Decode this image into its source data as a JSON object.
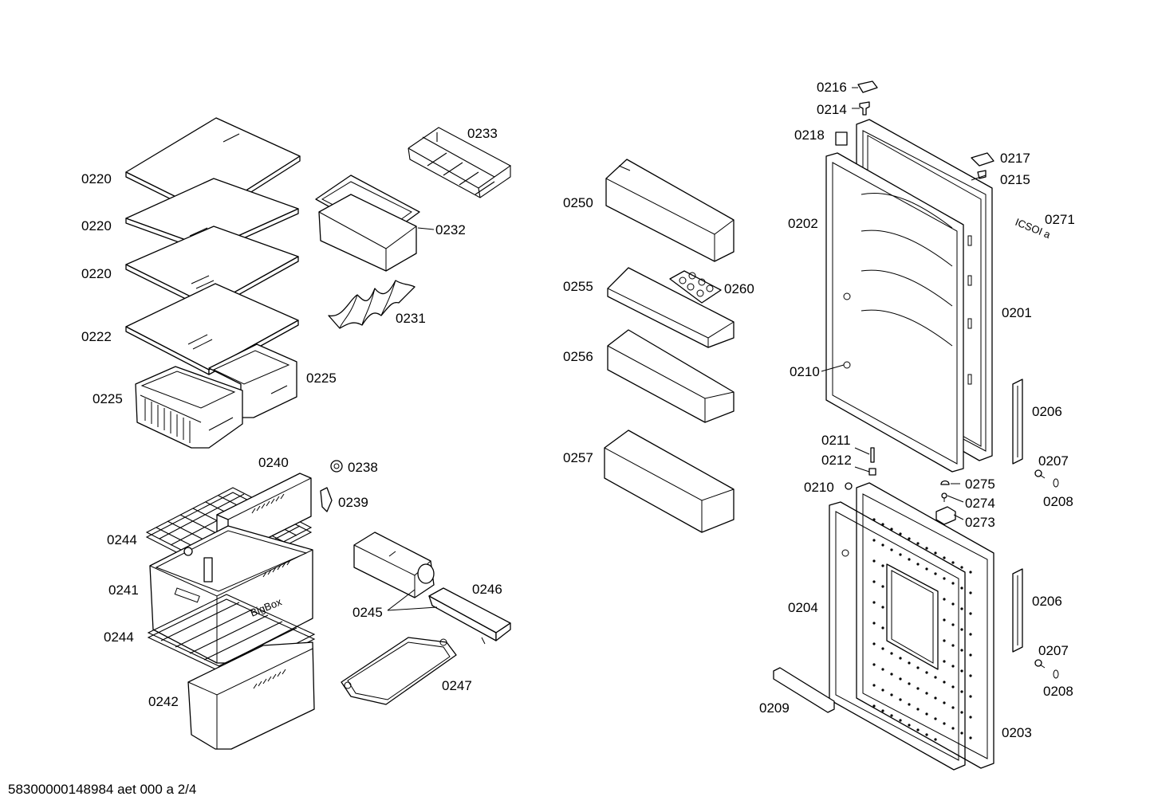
{
  "diagram": {
    "labels": [
      {
        "key": "l0216",
        "text": "0216"
      },
      {
        "key": "l0214",
        "text": "0214"
      },
      {
        "key": "l0218",
        "text": "0218"
      },
      {
        "key": "l0217",
        "text": "0217"
      },
      {
        "key": "l0215",
        "text": "0215"
      },
      {
        "key": "l0202",
        "text": "0202"
      },
      {
        "key": "l0271",
        "text": "0271"
      },
      {
        "key": "l0201",
        "text": "0201"
      },
      {
        "key": "l0210a",
        "text": "0210"
      },
      {
        "key": "l0206a",
        "text": "0206"
      },
      {
        "key": "l0211",
        "text": "0211"
      },
      {
        "key": "l0212",
        "text": "0212"
      },
      {
        "key": "l0207a",
        "text": "0207"
      },
      {
        "key": "l0210b",
        "text": "0210"
      },
      {
        "key": "l0275",
        "text": "0275"
      },
      {
        "key": "l0208a",
        "text": "0208"
      },
      {
        "key": "l0274",
        "text": "0274"
      },
      {
        "key": "l0273",
        "text": "0273"
      },
      {
        "key": "l0204",
        "text": "0204"
      },
      {
        "key": "l0206b",
        "text": "0206"
      },
      {
        "key": "l0207b",
        "text": "0207"
      },
      {
        "key": "l0208b",
        "text": "0208"
      },
      {
        "key": "l0209",
        "text": "0209"
      },
      {
        "key": "l0203",
        "text": "0203"
      },
      {
        "key": "l0250",
        "text": "0250"
      },
      {
        "key": "l0255",
        "text": "0255"
      },
      {
        "key": "l0260",
        "text": "0260"
      },
      {
        "key": "l0256",
        "text": "0256"
      },
      {
        "key": "l0257",
        "text": "0257"
      },
      {
        "key": "l0233",
        "text": "0233"
      },
      {
        "key": "l0232",
        "text": "0232"
      },
      {
        "key": "l0231",
        "text": "0231"
      },
      {
        "key": "l0220a",
        "text": "0220"
      },
      {
        "key": "l0220b",
        "text": "0220"
      },
      {
        "key": "l0220c",
        "text": "0220"
      },
      {
        "key": "l0222",
        "text": "0222"
      },
      {
        "key": "l0225a",
        "text": "0225"
      },
      {
        "key": "l0225b",
        "text": "0225"
      },
      {
        "key": "l0240",
        "text": "0240"
      },
      {
        "key": "l0238",
        "text": "0238"
      },
      {
        "key": "l0239",
        "text": "0239"
      },
      {
        "key": "l0244a",
        "text": "0244"
      },
      {
        "key": "l0241",
        "text": "0241"
      },
      {
        "key": "l0244b",
        "text": "0244"
      },
      {
        "key": "l0242",
        "text": "0242"
      },
      {
        "key": "l0245",
        "text": "0245"
      },
      {
        "key": "l0246",
        "text": "0246"
      },
      {
        "key": "l0247",
        "text": "0247"
      }
    ],
    "drawer_brand": "BigBox",
    "badge_text": "ICSOI a"
  },
  "footer": {
    "code": "58300000148984 aet 000 a 2/4"
  }
}
